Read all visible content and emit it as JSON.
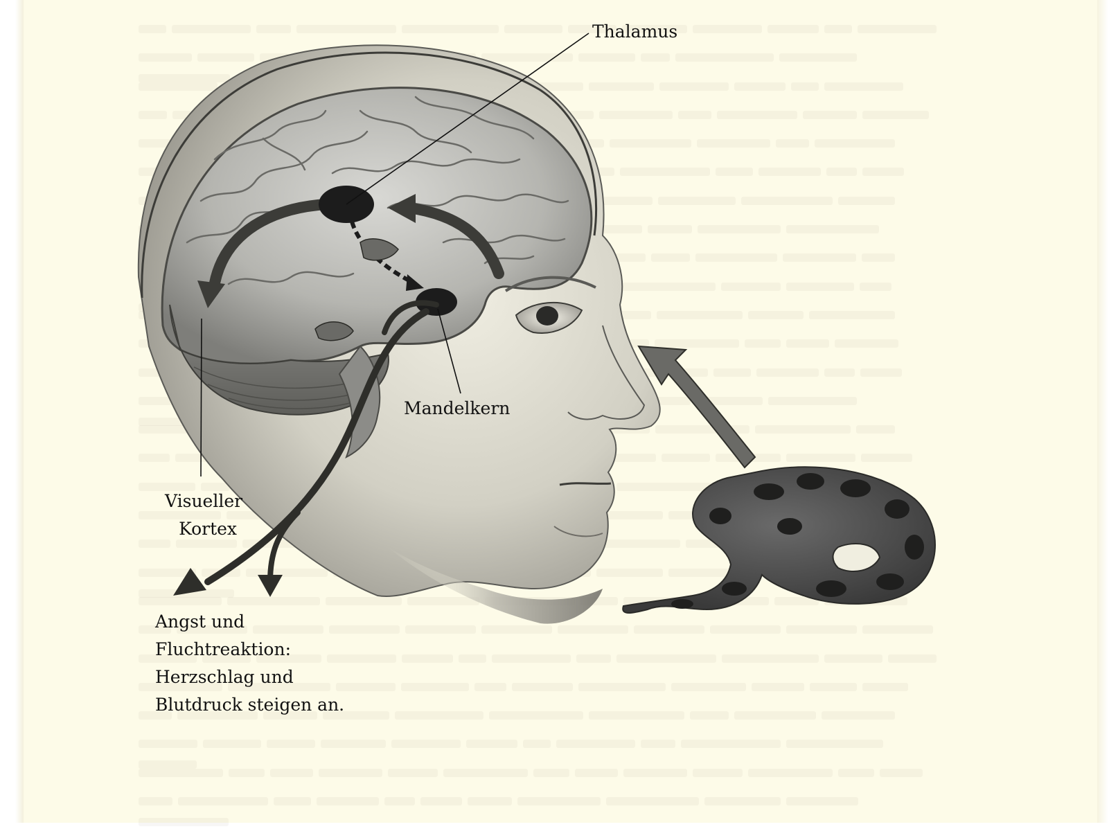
{
  "labels": {
    "thalamus": "Thalamus",
    "mandelkern": "Mandelkern",
    "visual_cortex": [
      "Visueller",
      "Kortex"
    ],
    "fear_response": [
      "Angst und",
      "Fluchtreaktion:",
      "Herzschlag und",
      "Blutdruck steigen an."
    ]
  },
  "colors": {
    "paper": "#fdfbe8",
    "ink": "#111111",
    "brain": "#b5b5b5",
    "nucleus": "#1c1c1c",
    "snake": "#4a4a4a"
  }
}
